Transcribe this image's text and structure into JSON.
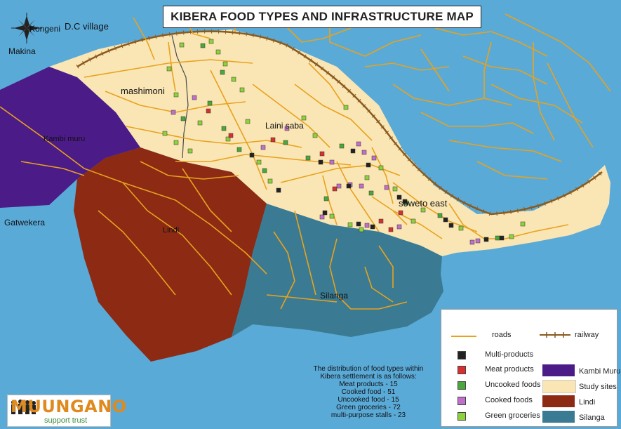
{
  "title": "KIBERA FOOD TYPES AND INFRASTRUCTURE MAP",
  "place_labels": {
    "kongeni": "Kongeni",
    "dc_village": "D.C village",
    "makina": "Makina",
    "mashimoni": "mashimoni",
    "laini_saba": "Laini saba",
    "kambi_muru": "Kambi muru",
    "gatwekera": "Gatwekera",
    "lindi": "Lindi",
    "soweto_east": "soweto east",
    "silanga": "Silanga"
  },
  "legend": {
    "roads": "roads",
    "railway": "railway",
    "multi_products": "Multi-products",
    "meat_products": "Meat products",
    "uncooked_foods": "Uncooked foods",
    "cooked_foods": "Cooked foods",
    "green_groceries": "Green groceries",
    "kambi_muru": "Kambi Muru",
    "study_sites": "Study sites",
    "lindi": "Lindi",
    "silanga": "Silanga"
  },
  "stats": {
    "line1": "The distribution of food types within",
    "line2": "Kibera settlement is as follows:",
    "line3": "Meat products - 15",
    "line4": "Cooked food - 51",
    "line5": "Uncooked food - 15",
    "line6": "Green groceries - 72",
    "line7": "multi-purpose stalls - 23"
  },
  "logo": {
    "word": "MUUNGANO",
    "sub": "support trust"
  },
  "colors": {
    "water": "#5aaad8",
    "study_sites": "#fae6b4",
    "kambi_muru": "#4b1b87",
    "lindi": "#8c2a14",
    "silanga": "#3a7a92",
    "roads": "#e8a21e",
    "railway": "#8a5a1e",
    "multi_products": "#222222",
    "meat_products": "#d83030",
    "uncooked_foods": "#4aa83a",
    "cooked_foods": "#c070c8",
    "green_groceries": "#8cd23a"
  }
}
